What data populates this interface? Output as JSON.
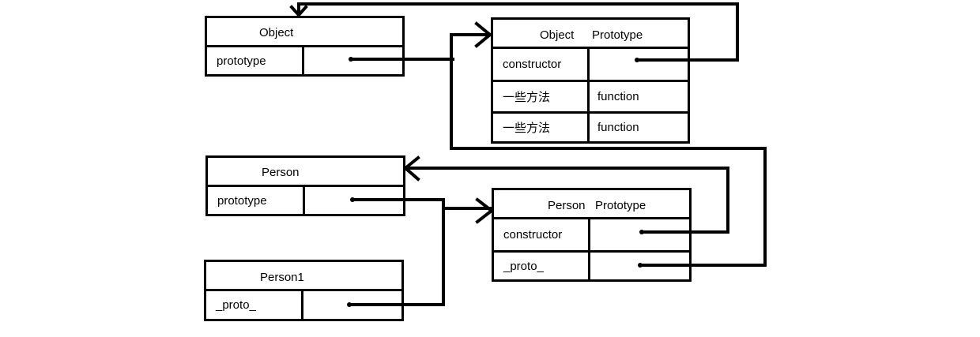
{
  "object_box": {
    "title": "Object",
    "rows": [
      {
        "key": "prototype",
        "value": ""
      }
    ]
  },
  "object_prototype_box": {
    "title_a": "Object",
    "title_b": "Prototype",
    "rows": [
      {
        "key": "constructor",
        "value": ""
      },
      {
        "key": "一些方法",
        "value": "function"
      },
      {
        "key": "一些方法",
        "value": "function"
      }
    ]
  },
  "person_box": {
    "title": "Person",
    "rows": [
      {
        "key": "prototype",
        "value": ""
      }
    ]
  },
  "person_prototype_box": {
    "title_a": "Person",
    "title_b": "Prototype",
    "rows": [
      {
        "key": "constructor",
        "value": ""
      },
      {
        "key": "_proto_",
        "value": ""
      }
    ]
  },
  "person1_box": {
    "title": "Person1",
    "rows": [
      {
        "key": "_proto_",
        "value": ""
      }
    ]
  },
  "colors": {
    "stroke": "#000000",
    "background": "#ffffff"
  }
}
